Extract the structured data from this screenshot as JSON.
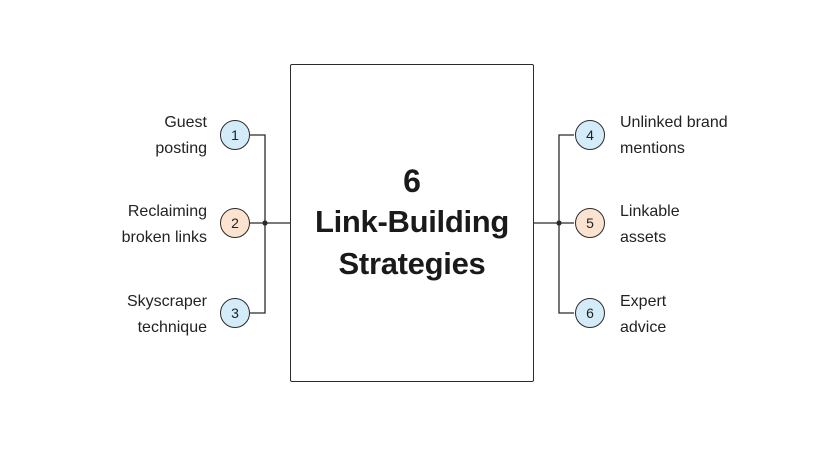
{
  "center": {
    "number": "6",
    "line1": "Link-Building",
    "line2": "Strategies"
  },
  "strategies": [
    {
      "number": "1",
      "line1": "Guest",
      "line2": "posting",
      "color": "#d4ecf9"
    },
    {
      "number": "2",
      "line1": "Reclaiming",
      "line2": "broken links",
      "color": "#fbe3cf"
    },
    {
      "number": "3",
      "line1": "Skyscraper",
      "line2": "technique",
      "color": "#d4ecf9"
    },
    {
      "number": "4",
      "line1": "Unlinked brand",
      "line2": "mentions",
      "color": "#d4ecf9"
    },
    {
      "number": "5",
      "line1": "Linkable",
      "line2": "assets",
      "color": "#fbe3cf"
    },
    {
      "number": "6",
      "line1": "Expert",
      "line2": "advice",
      "color": "#d4ecf9"
    }
  ],
  "colors": {
    "line": "#2b2b2b",
    "blue_node": "#d4ecf9",
    "orange_node": "#fbe3cf"
  }
}
